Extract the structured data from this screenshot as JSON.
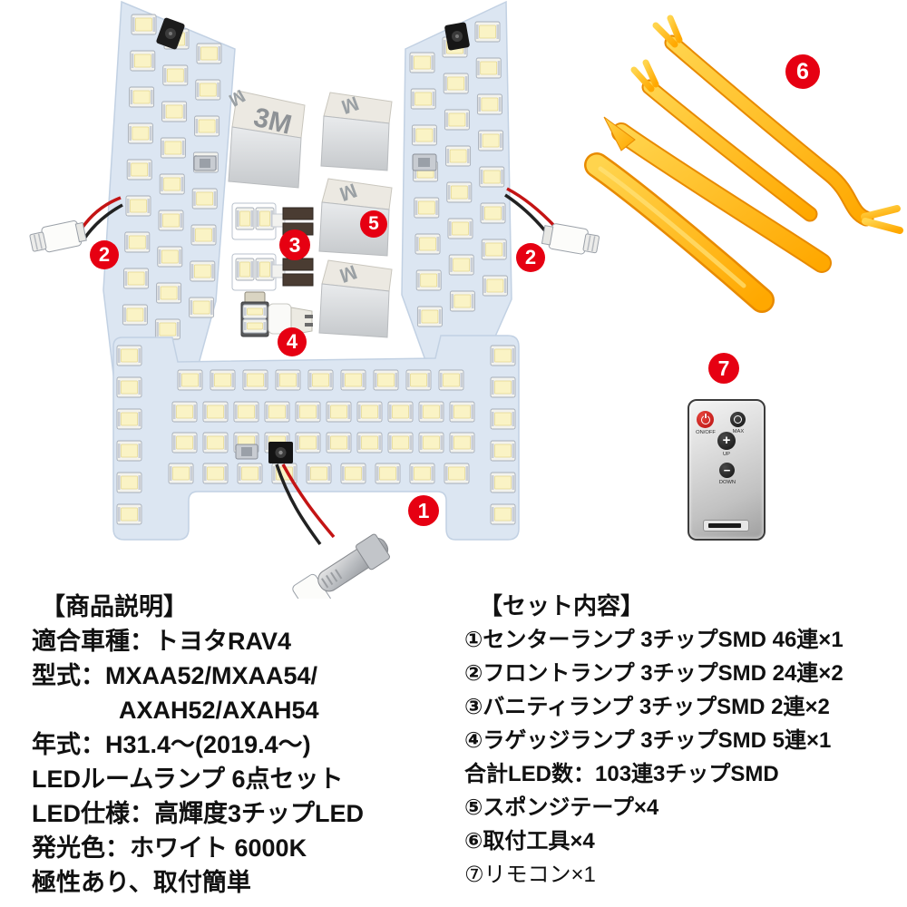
{
  "photo": {
    "badges": {
      "n1": "1",
      "n2": "2",
      "n3": "3",
      "n4": "4",
      "n5": "5",
      "n6": "6",
      "n7": "7"
    },
    "tape_logo": "3M",
    "tape_mark": "M",
    "remote": {
      "power_label": "ON/OFF",
      "max_label": "MAX",
      "up_label": "UP",
      "down_label": "DOWN",
      "up_symbol": "+",
      "down_symbol": "−"
    }
  },
  "description": {
    "title": "【商品説明】",
    "lines": [
      "適合車種：トヨタRAV4",
      "型式：MXAA52/MXAA54/",
      "AXAH52/AXAH54",
      "年式：H31.4〜(2019.4〜)",
      "LEDルームランプ 6点セット",
      "LED仕様：高輝度3チップLED",
      "発光色：ホワイト 6000K",
      "極性あり、取付簡単"
    ]
  },
  "set_contents": {
    "title": "【セット内容】",
    "lines": [
      "①センターランプ 3チップSMD 46連×1",
      "②フロントランプ 3チップSMD 24連×2",
      "③バニティランプ 3チップSMD 2連×2",
      "④ラゲッジランプ 3チップSMD 5連×1",
      "合計LED数：103連3チップSMD",
      "⑤スポンジテープ×4",
      "⑥取付工具×4",
      "⑦リモコン×1"
    ]
  },
  "colors": {
    "badge_red": "#e60012",
    "pcb_blue": "#dce6f2",
    "tool_orange": "#ffb400",
    "led_yellow": "#faf3c5"
  }
}
